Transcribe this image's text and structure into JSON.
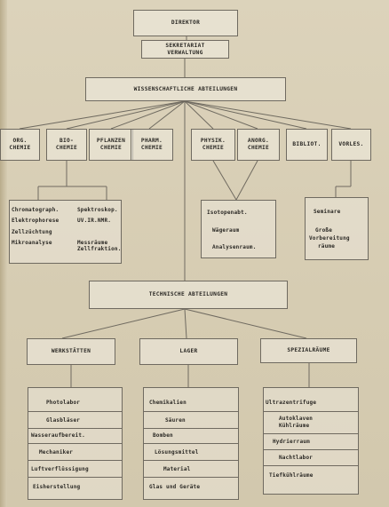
{
  "director": "DIREKTOR",
  "secretariat": [
    "SEKRETARIAT",
    "VERWALTUNG"
  ],
  "scientific_departments": "WISSENSCHAFTLICHE ABTEILUNGEN",
  "departments": [
    [
      "ORG.",
      "CHEMIE"
    ],
    [
      "BIO-",
      "CHEMIE"
    ],
    [
      "PFLANZEN",
      "CHEMIE"
    ],
    [
      "PHARM.",
      "CHEMIE"
    ],
    [
      "PHYSIK.",
      "CHEMIE"
    ],
    [
      "ANORG.",
      "CHEMIE"
    ],
    [
      "BIBLIOT."
    ],
    [
      "VORLES."
    ]
  ],
  "biochem_units": {
    "left": [
      "Chromatograph.",
      "Elektrophorese",
      "Zellzüchtung",
      "Mikroanalyse"
    ],
    "right": [
      "Spektroskop.",
      "UV.IR.NMR.",
      "Messräume",
      "Zellfraktion."
    ]
  },
  "physchem_units": [
    "Isotopenabt.",
    "Wägeraum",
    "Analysenraum."
  ],
  "lecture_units": [
    "Seminare",
    "Große",
    "Vorbereitung",
    "räume"
  ],
  "technical_departments": "TECHNISCHE ABTEILUNGEN",
  "technical_groups": [
    {
      "title": "WERKSTÄTTEN",
      "items": [
        "Photolabor",
        "Glasbläser",
        "Wasseraufbereit.",
        "Mechaniker",
        "Luftverflüssigung",
        "Eisherstellung"
      ]
    },
    {
      "title": "LAGER",
      "items": [
        "Chemikalien",
        "Säuren",
        "Bomben",
        "Lösungsmittel",
        "Material",
        "Glas und Geräte"
      ]
    },
    {
      "title": "SPEZIALRÄUME",
      "items": [
        "Ultrazentrifuge",
        "Autoklaven",
        "Kühlräume",
        "Hydrierraum",
        "Nachtlabor",
        "Tiefkühlräume"
      ]
    }
  ],
  "colors": {
    "paper": "#d8cfb6",
    "ink": "#2a2824",
    "line": "#6f6a60"
  }
}
